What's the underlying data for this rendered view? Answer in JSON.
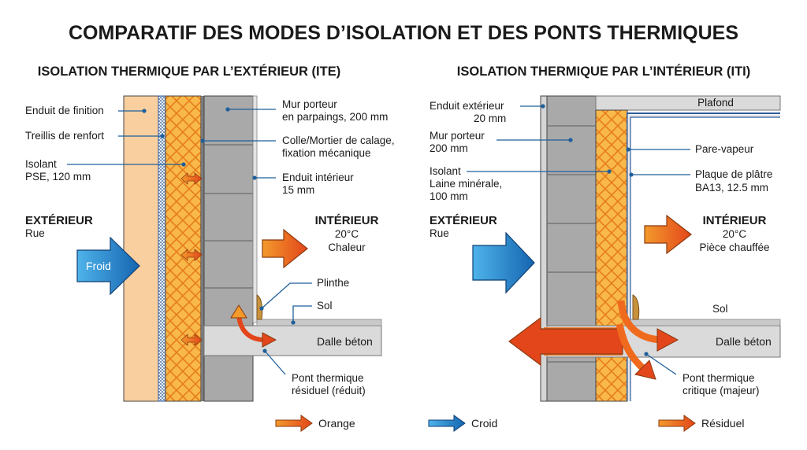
{
  "title": "COMPARATIF DES MODES D’ISOLATION ET DES PONTS THERMIQUES",
  "colors": {
    "render": "#f9cfa0",
    "insulation": "#f8b84a",
    "insulation_hatch": "#e77d1b",
    "blocks": "#a9a9a9",
    "concrete": "#dadada",
    "cold_arrow": "#1e7fc4",
    "heat_arrow": "#f06a1e",
    "leader": "#1f5f99",
    "vapor_barrier": "#2e5c9e"
  },
  "ite": {
    "heading": "ISOLATION THERMIQUE PAR L’EXTÉRIEUR (ITE)",
    "labels": {
      "enduit_finition": "Enduit de finition",
      "treillis": "Treillis de renfort",
      "isolant_1": "Isolant",
      "isolant_2": "PSE, 120 mm",
      "mur_1": "Mur porteur",
      "mur_2": "en parpaings, 200 mm",
      "colle_1": "Colle/Mortier de calage,",
      "colle_2": "fixation mécanique",
      "enduit_int_1": "Enduit intérieur",
      "enduit_int_2": "15 mm",
      "exterieur": "EXTÉRIEUR",
      "rue": "Rue",
      "froid": "Froid",
      "interieur": "INTÉRIEUR",
      "temp": "20°C",
      "chaleur": "Chaleur",
      "plinthe": "Plinthe",
      "sol": "Sol",
      "dalle": "Dalle béton",
      "pont_1": "Pont thermique",
      "pont_2": "résiduel (réduit)"
    }
  },
  "iti": {
    "heading": "ISOLATION THERMIQUE PAR L’INTÉRIEUR (ITI)",
    "labels": {
      "enduit_ext_1": "Enduit extérieur",
      "enduit_ext_2": "20 mm",
      "mur_1": "Mur porteur",
      "mur_2": "200 mm",
      "isolant_1": "Isolant",
      "isolant_2": "Laine minérale,",
      "isolant_3": "100 mm",
      "plafond": "Plafond",
      "pare_vapeur": "Pare-vapeur",
      "plaque_1": "Plaque de plâtre",
      "plaque_2": "BA13, 12.5 mm",
      "exterieur": "EXTÉRIEUR",
      "rue": "Rue",
      "interieur": "INTÉRIEUR",
      "temp": "20°C",
      "piece": "Pièce chauffée",
      "sol": "Sol",
      "dalle": "Dalle béton",
      "pont_1": "Pont thermique",
      "pont_2": "critique (majeur)"
    }
  },
  "legend": {
    "orange": "Orange",
    "croid": "Croid",
    "residuel": "Résiduel"
  }
}
